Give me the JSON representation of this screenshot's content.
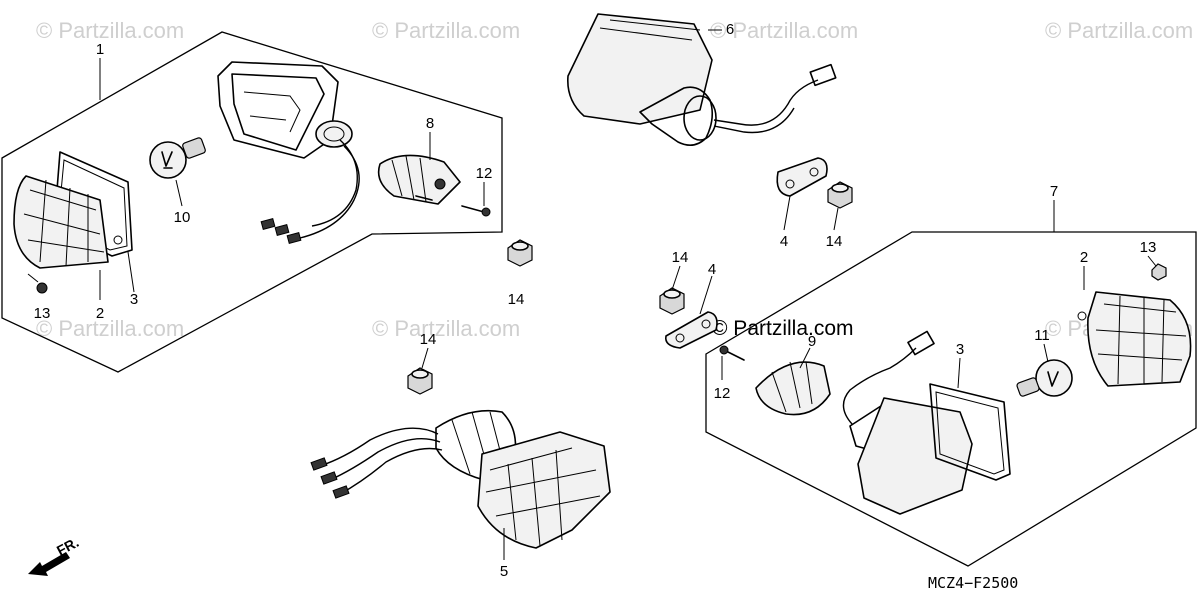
{
  "watermark": "© Partzilla.com",
  "center_watermark": "© Partzilla.com",
  "diagram_code": "MCZ4−F2500",
  "front_indicator": "FR.",
  "callouts": {
    "c1": "1",
    "c2a": "2",
    "c3a": "3",
    "c13a": "13",
    "c10": "10",
    "c8": "8",
    "c12a": "12",
    "c6": "6",
    "c4a": "4",
    "c14a": "14",
    "c14b": "14",
    "c7": "7",
    "c2b": "2",
    "c13b": "13",
    "c14c": "14",
    "c4b": "4",
    "c12b": "12",
    "c9": "9",
    "c3b": "3",
    "c11": "11",
    "c14d": "14",
    "c5": "5"
  }
}
